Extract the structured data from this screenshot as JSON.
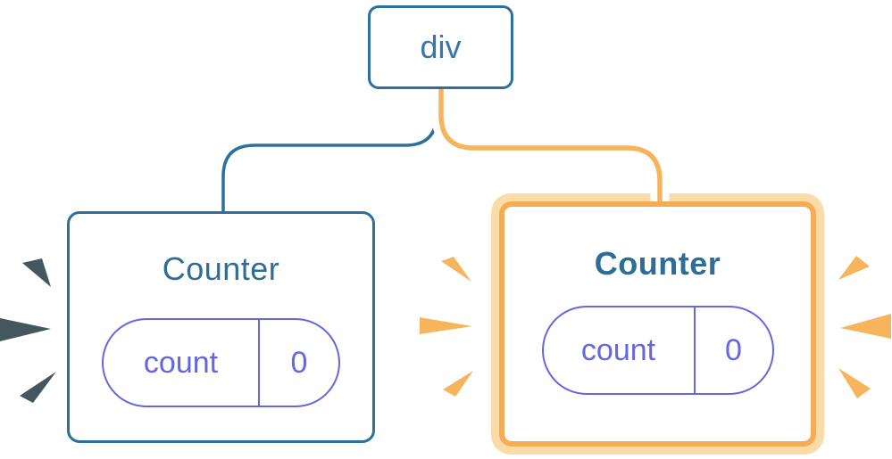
{
  "palette": {
    "blue": "#2d6f9d",
    "blue_text": "#3877a8",
    "title_teal": "#2d6d96",
    "purple": "#6467de",
    "orange": "#f6b45c",
    "orange_border": "#f5ac53",
    "orange_ring": "#fbdca8",
    "spark_dark": "#44565e",
    "card_bg": "#ffffff",
    "page_bg": "#ffffff"
  },
  "diagram": {
    "root": {
      "label": "div"
    },
    "children": [
      {
        "title": "Counter",
        "state": {
          "key": "count",
          "value": "0"
        },
        "highlighted": false
      },
      {
        "title": "Counter",
        "state": {
          "key": "count",
          "value": "0"
        },
        "highlighted": true
      }
    ]
  }
}
